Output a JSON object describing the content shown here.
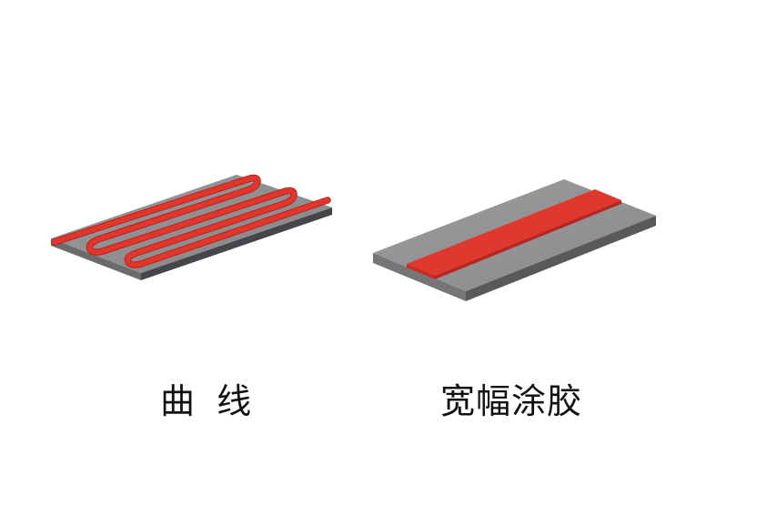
{
  "colors": {
    "background": "#ffffff",
    "plate_top": "#8f8f91",
    "plate_front": "#6a6a6c",
    "plate_side": "#4a4a4e",
    "adhesive": "#e0362c",
    "adhesive_side": "#b8261f",
    "caption_text": "#111111"
  },
  "panels": [
    {
      "id": "curve",
      "label": "曲 线",
      "illustration": "plate-with-serpentine-adhesive-bead"
    },
    {
      "id": "wide",
      "label": "宽幅涂胶",
      "illustration": "plate-with-wide-adhesive-strip"
    }
  ]
}
